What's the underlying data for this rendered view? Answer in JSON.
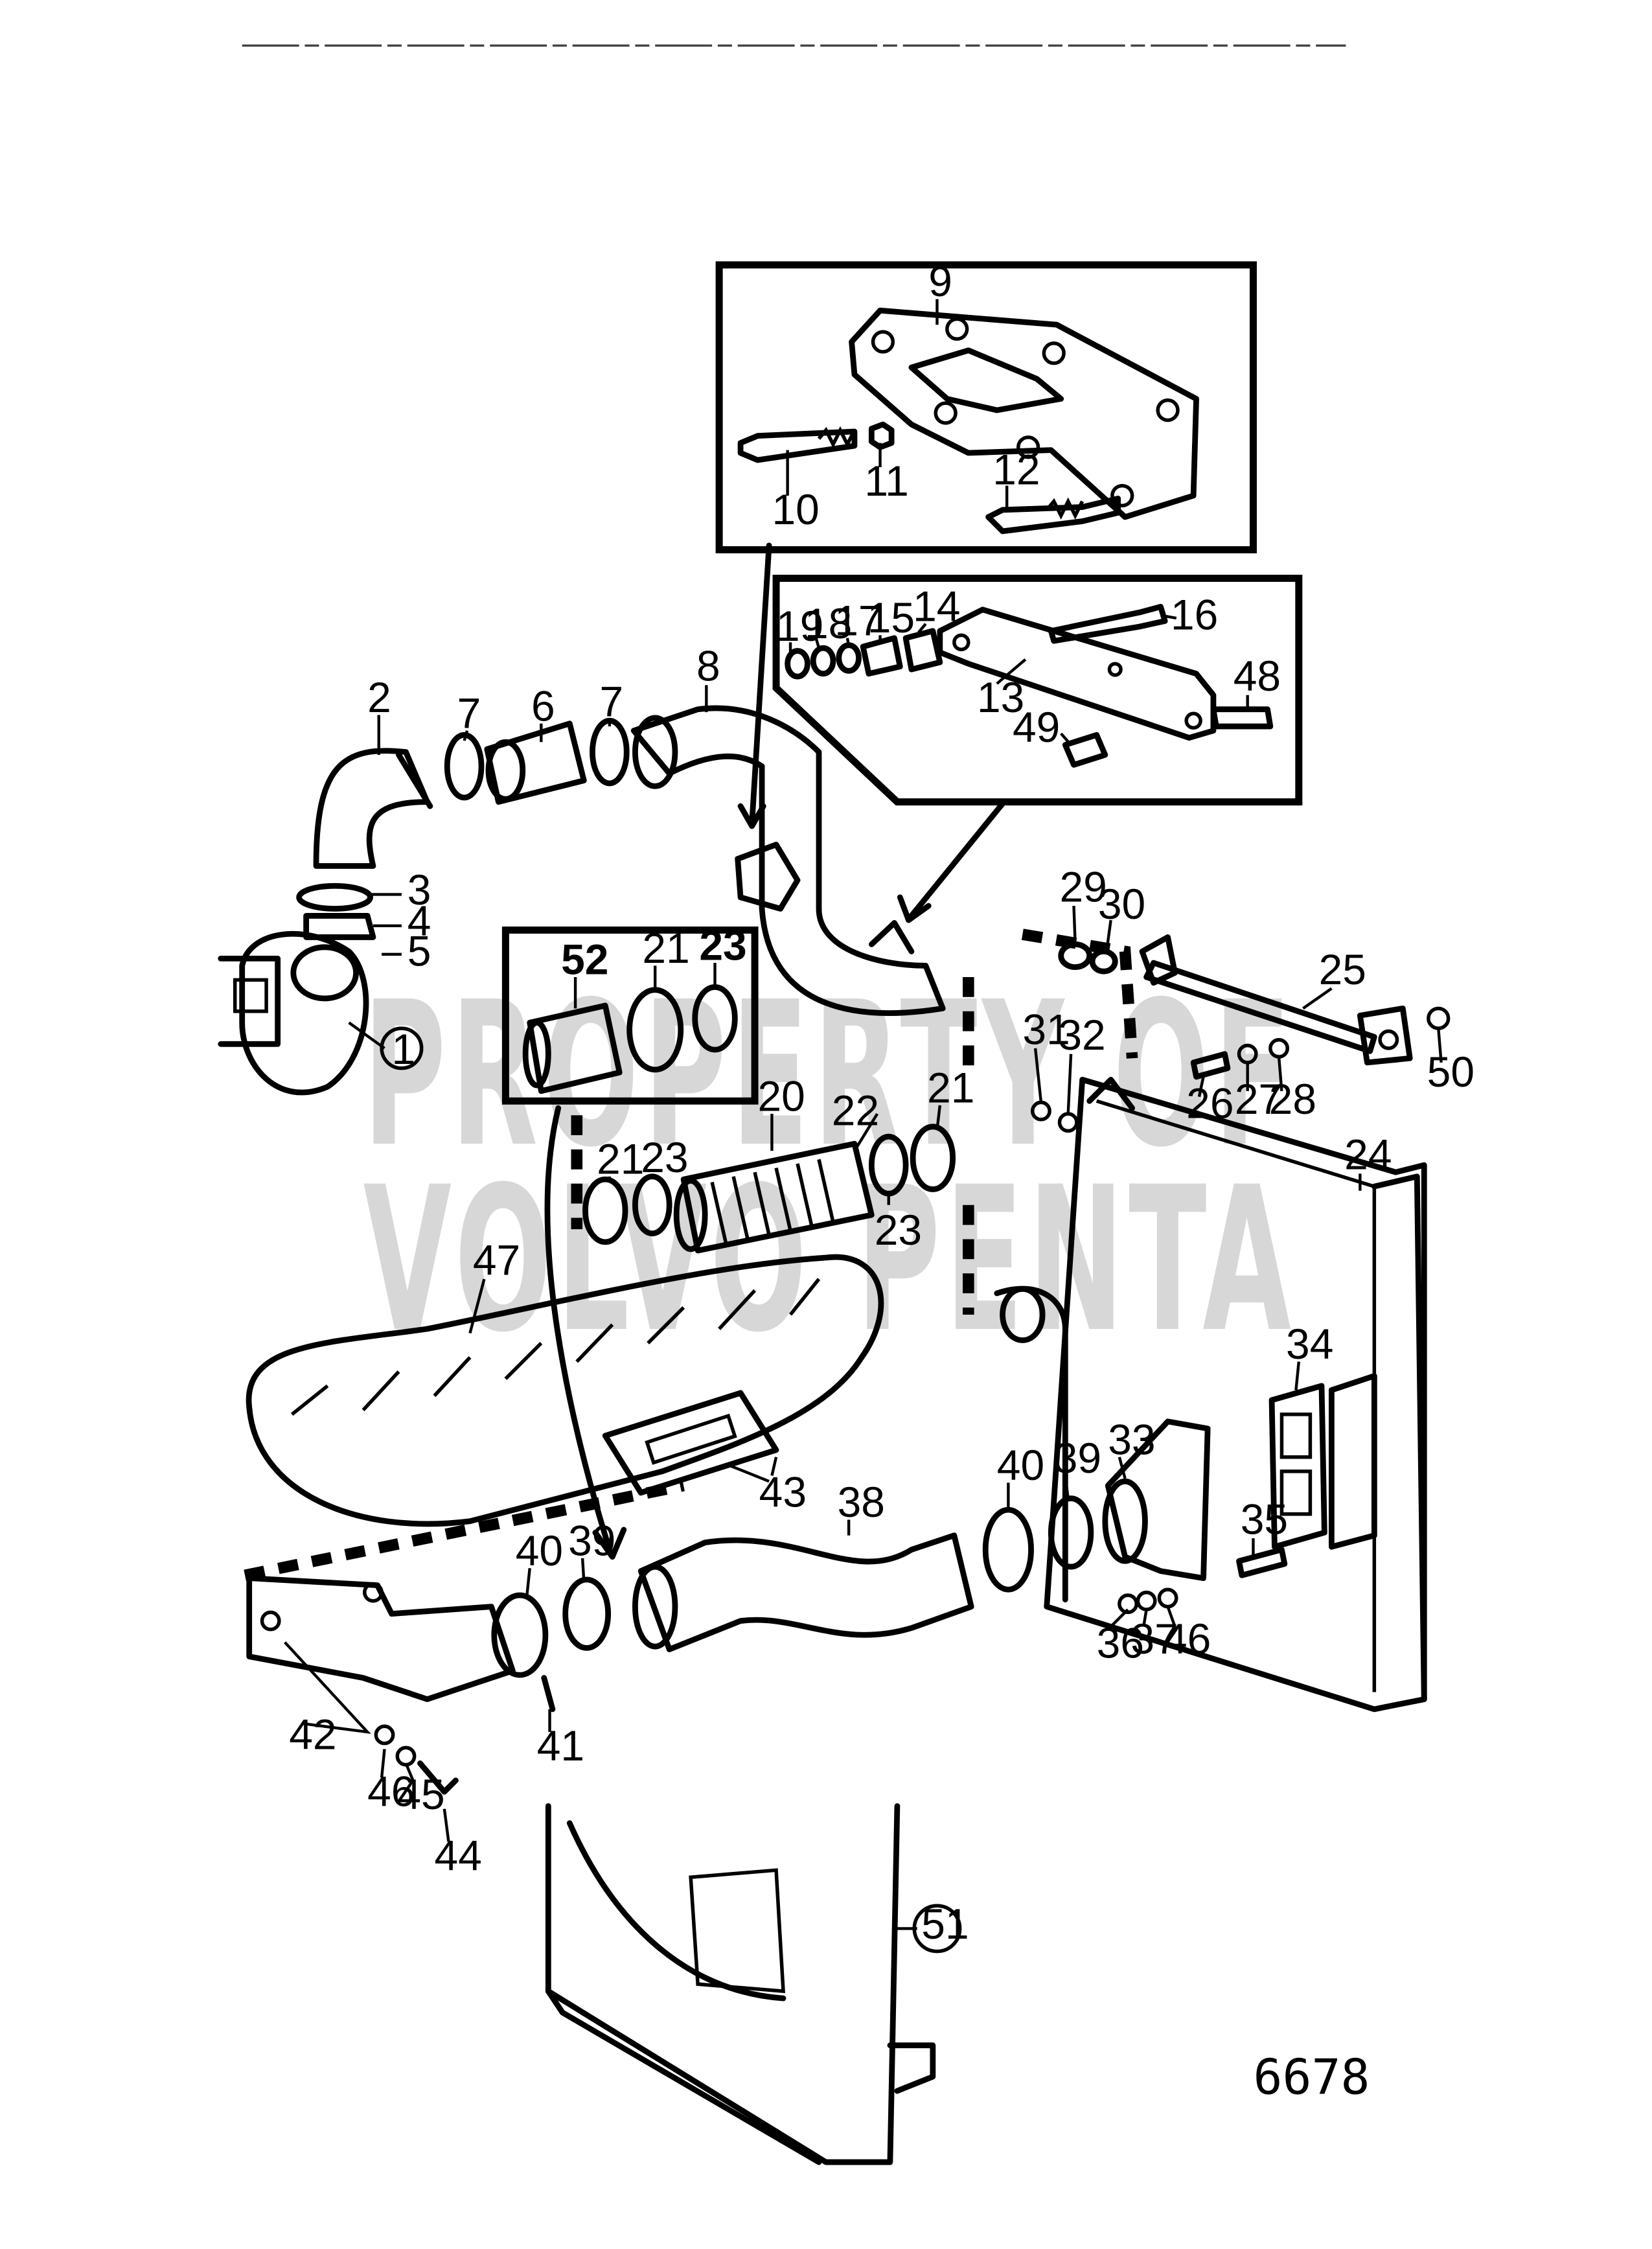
{
  "figure_number": "6678",
  "watermark": {
    "line1": "PROPERTY OF",
    "line2": "VOLVO PENTA"
  },
  "callouts": {
    "c1": "1",
    "c2": "2",
    "c3": "3",
    "c4": "4",
    "c5": "5",
    "c6": "6",
    "c7a": "7",
    "c7b": "7",
    "c8": "8",
    "c9": "9",
    "c10": "10",
    "c11": "11",
    "c12": "12",
    "c13": "13",
    "c14": "14",
    "c15": "15",
    "c16": "16",
    "c17": "17",
    "c18": "18",
    "c19": "19",
    "c20": "20",
    "c21a": "21",
    "c21b": "21",
    "c21c": "21",
    "c22": "22",
    "c23a": "23",
    "c23b": "23",
    "c23c": "23",
    "c24": "24",
    "c25": "25",
    "c26": "26",
    "c27": "27",
    "c28": "28",
    "c29": "29",
    "c30": "30",
    "c31": "31",
    "c32": "32",
    "c33": "33",
    "c34": "34",
    "c35": "35",
    "c36": "36",
    "c37": "37",
    "c38": "38",
    "c39a": "39",
    "c39b": "39",
    "c40a": "40",
    "c40b": "40",
    "c41": "41",
    "c42": "42",
    "c43": "43",
    "c44": "44",
    "c45": "45",
    "c46a": "46",
    "c46b": "46",
    "c47": "47",
    "c48": "48",
    "c49": "49",
    "c50": "50",
    "c51": "51",
    "c52": "52"
  }
}
